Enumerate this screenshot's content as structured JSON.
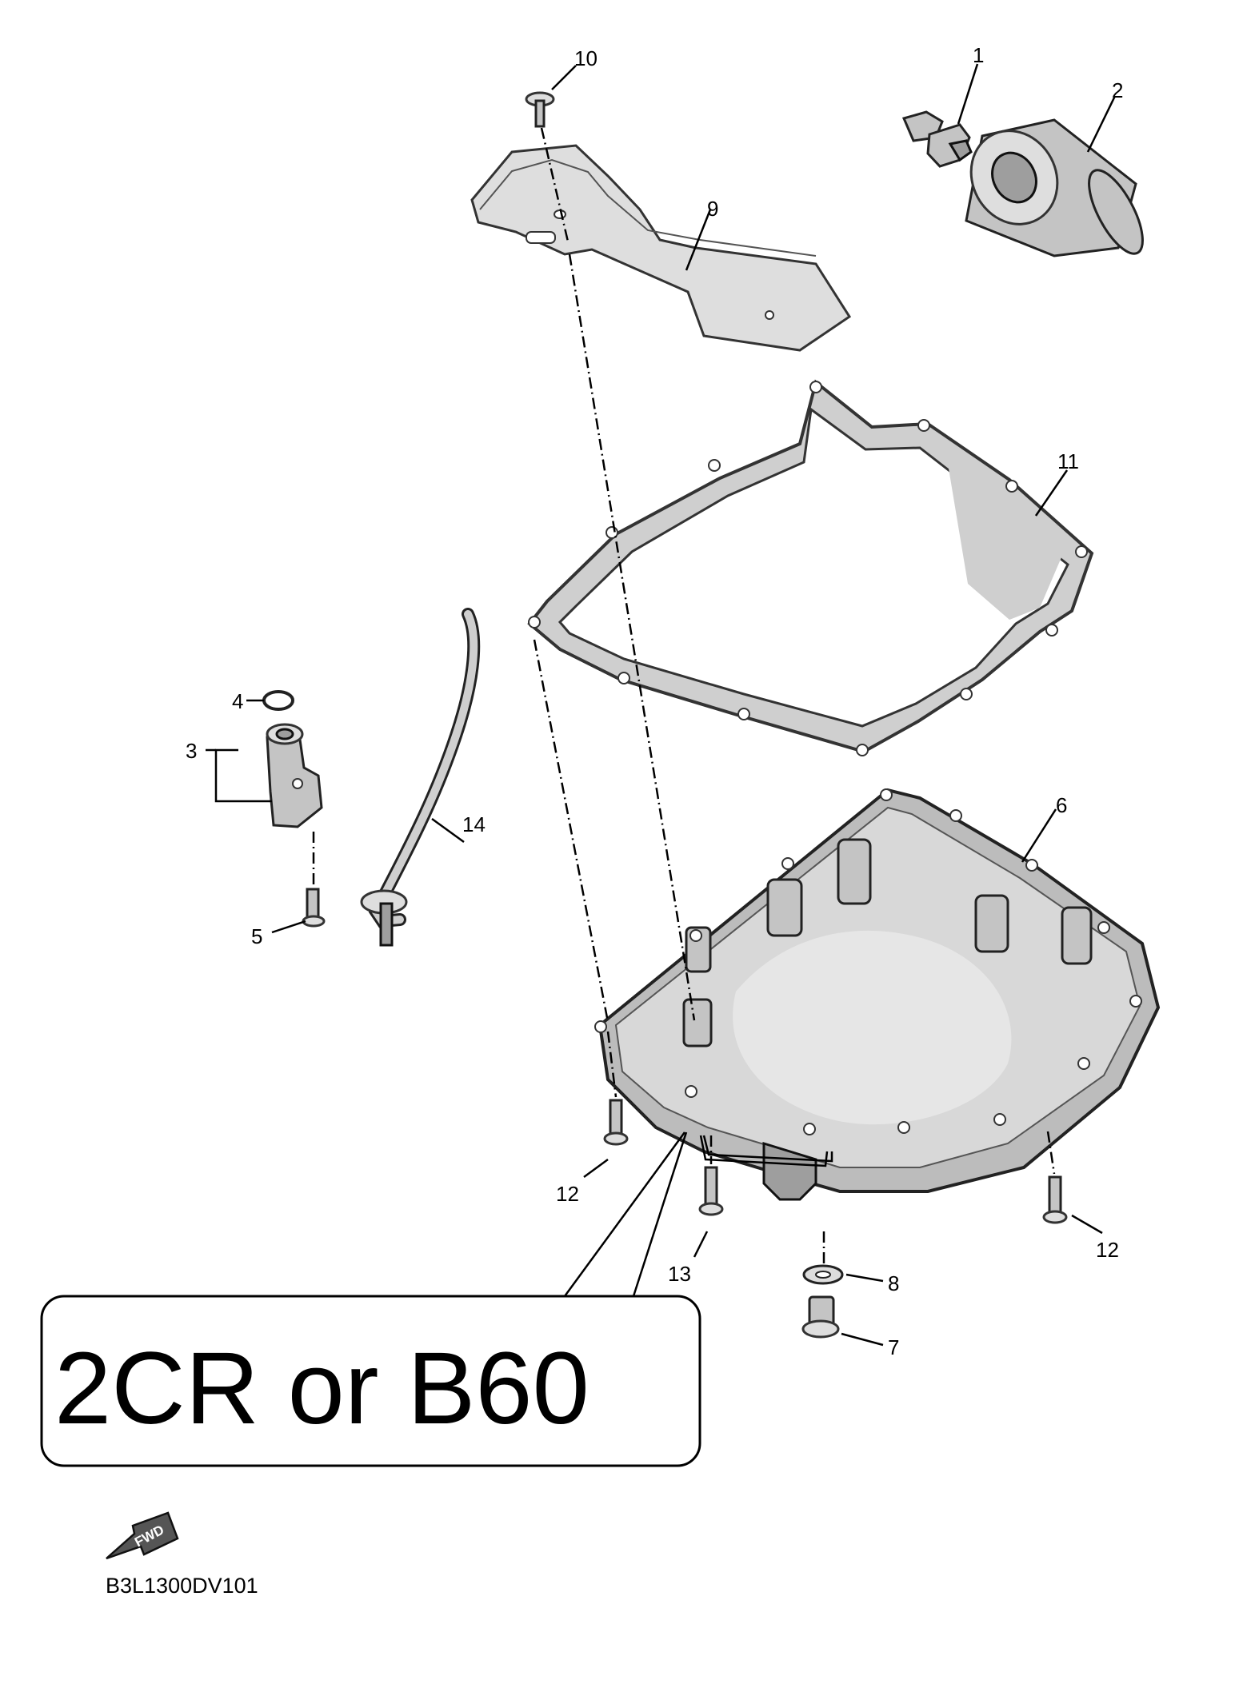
{
  "diagram": {
    "callouts": {
      "c1": "1",
      "c2": "2",
      "c3": "3",
      "c4": "4",
      "c5": "5",
      "c6": "6",
      "c7": "7",
      "c8": "8",
      "c9": "9",
      "c10": "10",
      "c11": "11",
      "c12a": "12",
      "c12b": "12",
      "c13": "13",
      "c14": "14"
    },
    "variant_label": "2CR or B60",
    "fwd_label": "FWD",
    "diagram_code": "B3L1300DV101"
  }
}
